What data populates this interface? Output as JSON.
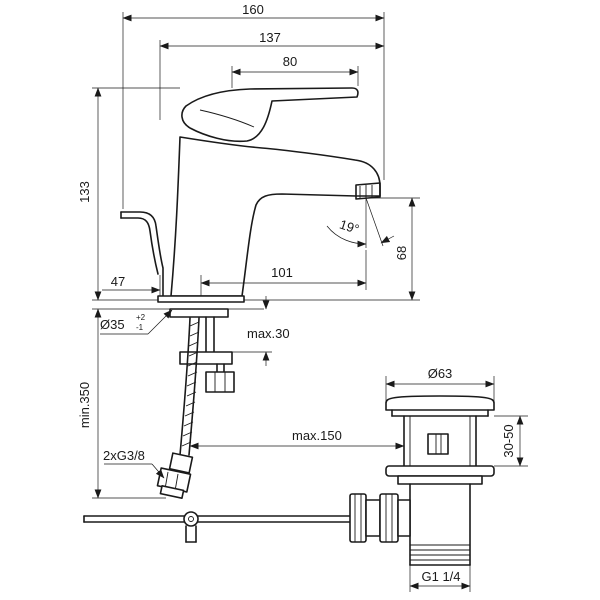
{
  "dimensions": {
    "overall_width": "160",
    "spout_reach": "137",
    "lever_length": "80",
    "height": "133",
    "outlet_height": "68",
    "spout_angle": "19°",
    "base_offset": "47",
    "outlet_reach": "101",
    "hole_diameter": "Ø35",
    "hole_tol_upper": "+2",
    "hole_tol_lower": "-1",
    "deck_thickness": "max.30",
    "hose_length": "min.350",
    "pop_up_distance": "max.150",
    "hose_thread": "2xG3/8",
    "waste_flange": "Ø63",
    "waste_range": "30-50",
    "waste_thread": "G1 1/4"
  }
}
